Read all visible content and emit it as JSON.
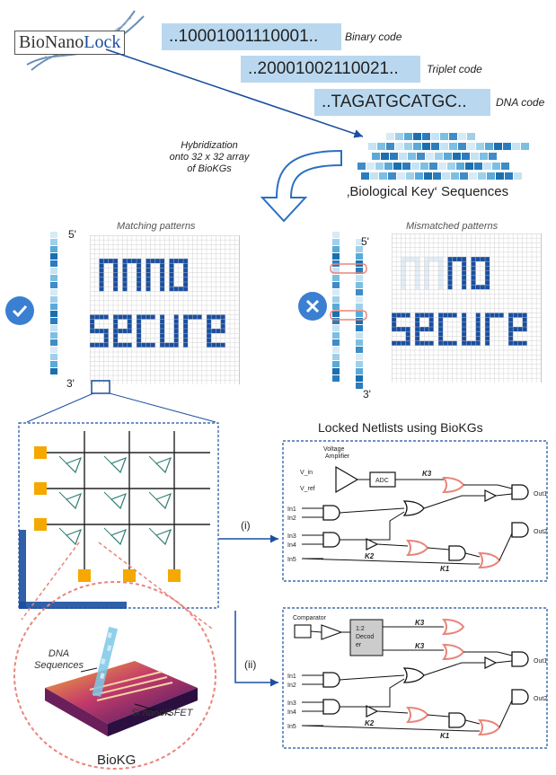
{
  "logo": {
    "text_a": "Bio",
    "text_b": "Nano",
    "text_c": "Lock"
  },
  "codes": [
    {
      "value": "..10001001110001..",
      "label": "Binary code"
    },
    {
      "value": "..2000100211002​1..",
      "label": "Triplet code"
    },
    {
      "value": "..TAGATGCATGC..",
      "label": "DNA code"
    }
  ],
  "hybridization_label": "Hybridization\nonto 32 x 32 array\nof BioKGs",
  "key_sequences_label": "‚Biological Key‘ Sequences",
  "matching": {
    "title": "Matching patterns",
    "word1": "nnno",
    "word2": "secure",
    "five_prime": "5'",
    "three_prime": "3'"
  },
  "mismatched": {
    "title": "Mismatched patterns",
    "word1": "nnno",
    "word2": "secure",
    "five_prime": "5'",
    "three_prime": "3'"
  },
  "netlists_title": "Locked Netlists using BioKGs",
  "branch_i": "(i)",
  "branch_ii": "(ii)",
  "netlist1": {
    "voltage_amp": "Voltage\nAmplifier",
    "vin": "V_in",
    "vref": "V_ref",
    "adc": "ADC",
    "inputs": [
      "In1",
      "In2",
      "In3",
      "In4",
      "In5"
    ],
    "outputs": [
      "Out1",
      "Out2"
    ],
    "keys": [
      "K3",
      "K2",
      "K1"
    ]
  },
  "netlist2": {
    "comparator": "Comparator",
    "decoder": "1:2\nDecod\ner",
    "inputs": [
      "In1",
      "In2",
      "In3",
      "In4",
      "In5"
    ],
    "outputs": [
      "Out1",
      "Out2"
    ],
    "keys": [
      "K3",
      "K3",
      "K2",
      "K1"
    ]
  },
  "device": {
    "dna_label": "DNA\nSequences",
    "sensor_label": "Si nanoISFET",
    "biokg_label": "BioKG"
  },
  "colors": {
    "dna_blue": "#1a4fa0",
    "code_box": "#b9d8ef",
    "pad_orange": "#f5a800",
    "check_blue": "#3a7fd1",
    "locked_gate": "#e8857a",
    "pattern_pale": "#e2edf6"
  }
}
